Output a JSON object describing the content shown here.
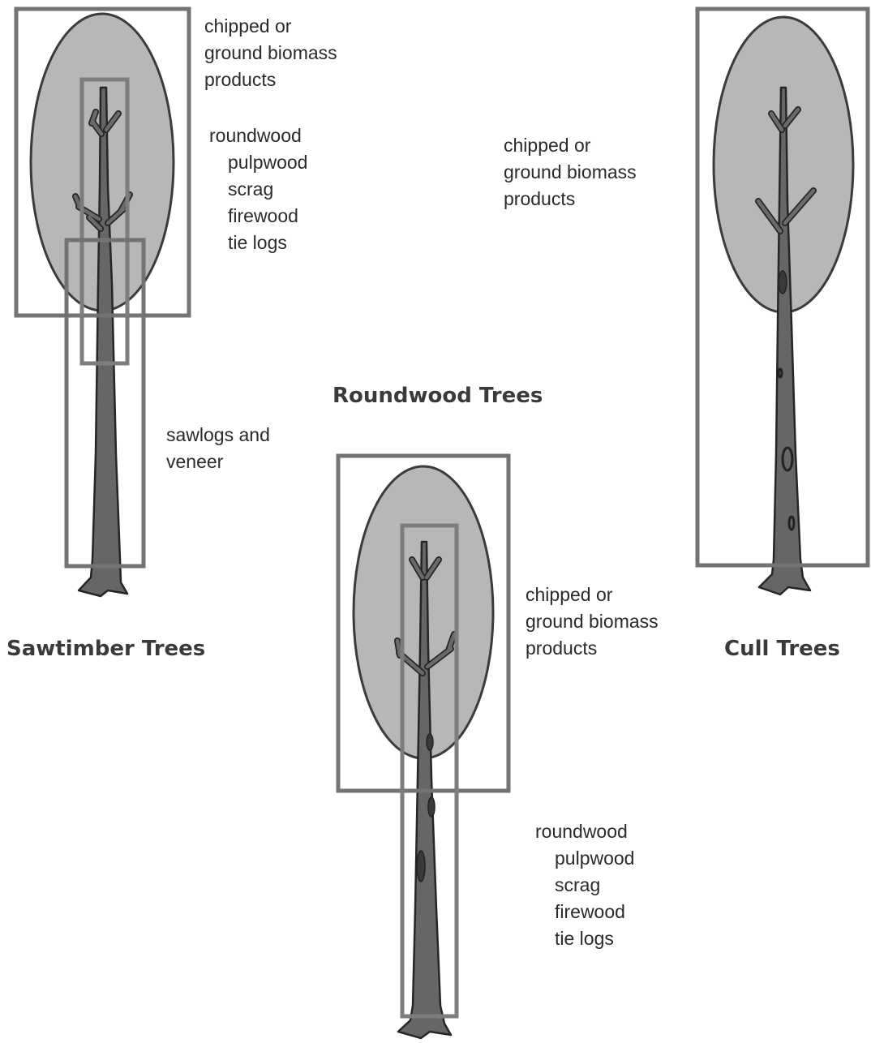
{
  "sawtimber": {
    "title": "Sawtimber Trees",
    "top_label": [
      "chipped or",
      "ground biomass",
      "products"
    ],
    "mid_label": [
      "roundwood",
      "pulpwood",
      "scrag",
      "firewood",
      "tie logs"
    ],
    "bottom_label": [
      "sawlogs and",
      "veneer"
    ]
  },
  "roundwood": {
    "title": "Roundwood Trees",
    "top_label": [
      "chipped or",
      "ground biomass",
      "products"
    ],
    "bottom_label": [
      "roundwood",
      "pulpwood",
      "scrag",
      "firewood",
      "tie logs"
    ]
  },
  "cull": {
    "title": "Cull Trees",
    "label": [
      "chipped or",
      "ground biomass",
      "products"
    ]
  },
  "colors": {
    "crown": "#b7b7b7",
    "trunk": "#666666",
    "box": "#737373",
    "outline": "#262626"
  }
}
